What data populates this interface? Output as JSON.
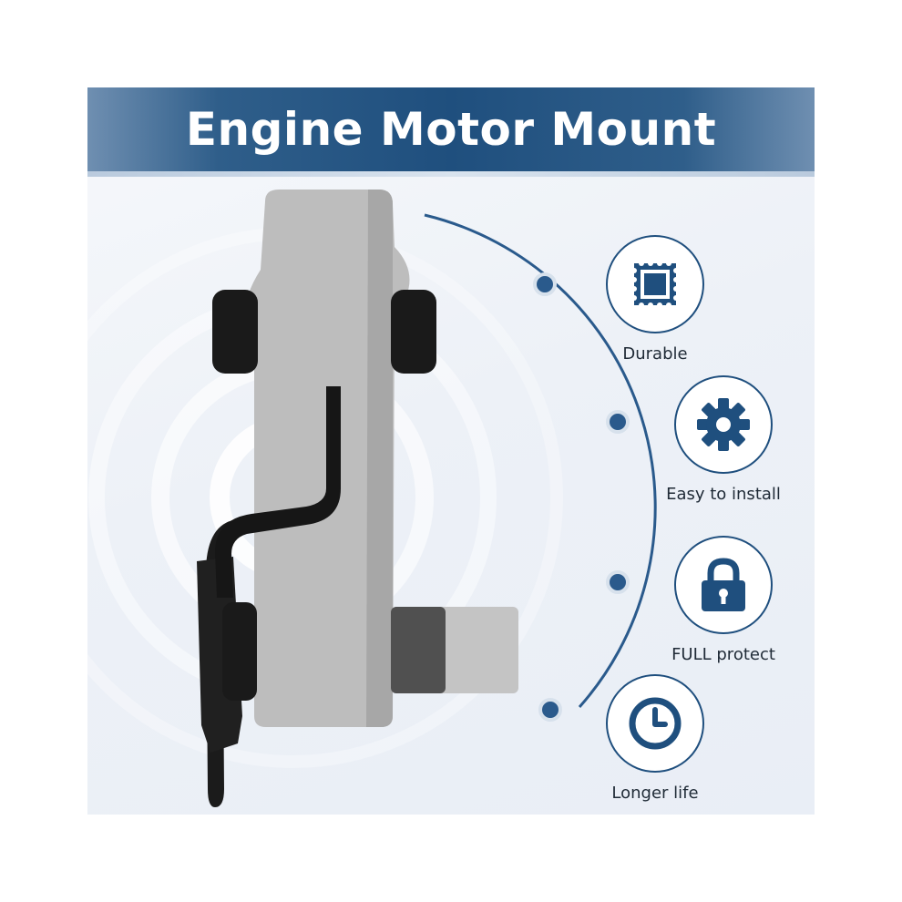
{
  "header": {
    "title": "Engine Motor Mount"
  },
  "features": [
    {
      "icon": "square-stamp-icon",
      "label": "Durable"
    },
    {
      "icon": "gear-icon",
      "label": "Easy to install"
    },
    {
      "icon": "lock-icon",
      "label": "FULL protect"
    },
    {
      "icon": "clock-icon",
      "label": "Longer life"
    }
  ],
  "colors": {
    "brand_blue": "#1f4f7e",
    "accent_blue": "#2a5a8c",
    "metal_gray": "#b9b9b9",
    "rubber_black": "#1b1b1b"
  }
}
